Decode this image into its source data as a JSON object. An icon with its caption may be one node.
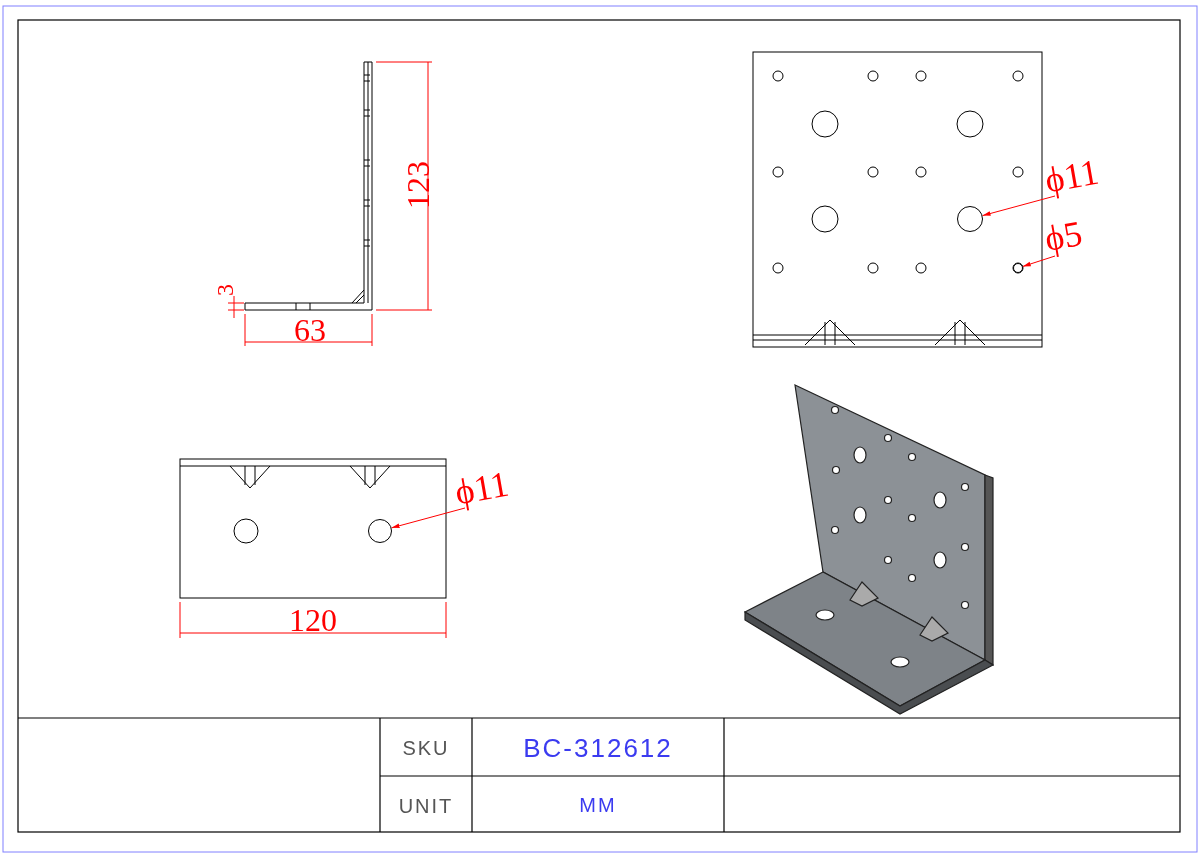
{
  "diagram": {
    "nodes": [
      {
        "text": [
          "ϕ11"
        ]
      },
      {
        "text": [],
        "shape": "circle"
      },
      {
        "text": [
          "ϕ5"
        ]
      },
      {
        "text": [],
        "shape": "circle"
      },
      {
        "text": [
          "ϕ11"
        ]
      },
      {
        "text": [],
        "shape": "circle"
      }
    ],
    "edges": [
      {
        "from": 0,
        "to": 1,
        "arrow": "to",
        "color": "#ff0000"
      },
      {
        "from": 2,
        "to": 3,
        "arrow": "to",
        "color": "#ff0000"
      },
      {
        "from": 4,
        "to": 5,
        "arrow": "to",
        "color": "#ff0000"
      }
    ],
    "labels": [
      "123",
      "3",
      "63",
      "120",
      "SKU",
      "BC-312612",
      "UNIT",
      "MM"
    ]
  }
}
